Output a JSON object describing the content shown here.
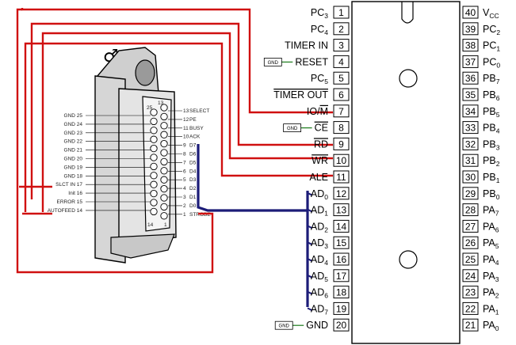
{
  "chip": {
    "left_pins": [
      {
        "num": "1",
        "name": "PC",
        "sub": "3"
      },
      {
        "num": "2",
        "name": "PC",
        "sub": "4"
      },
      {
        "num": "3",
        "name": "TIMER IN",
        "sub": ""
      },
      {
        "num": "4",
        "name": "RESET",
        "sub": "",
        "gnd": true
      },
      {
        "num": "5",
        "name": "PC",
        "sub": "5"
      },
      {
        "num": "6",
        "name": "TIMER OUT",
        "sub": "",
        "overline": true
      },
      {
        "num": "7",
        "name": "IO/M",
        "sub": "",
        "overline_part": "M"
      },
      {
        "num": "8",
        "name": "CE",
        "sub": "",
        "overline": true,
        "gnd": true
      },
      {
        "num": "9",
        "name": "RD",
        "sub": "",
        "overline": true
      },
      {
        "num": "10",
        "name": "WR",
        "sub": "",
        "overline": true
      },
      {
        "num": "11",
        "name": "ALE",
        "sub": ""
      },
      {
        "num": "12",
        "name": "AD",
        "sub": "0"
      },
      {
        "num": "13",
        "name": "AD",
        "sub": "1"
      },
      {
        "num": "14",
        "name": "AD",
        "sub": "2"
      },
      {
        "num": "15",
        "name": "AD",
        "sub": "3"
      },
      {
        "num": "16",
        "name": "AD",
        "sub": "4"
      },
      {
        "num": "17",
        "name": "AD",
        "sub": "5"
      },
      {
        "num": "18",
        "name": "AD",
        "sub": "6"
      },
      {
        "num": "19",
        "name": "AD",
        "sub": "7"
      },
      {
        "num": "20",
        "name": "GND",
        "sub": "",
        "gnd": true
      }
    ],
    "right_pins": [
      {
        "num": "40",
        "name": "V",
        "sub": "CC"
      },
      {
        "num": "39",
        "name": "PC",
        "sub": "2"
      },
      {
        "num": "38",
        "name": "PC",
        "sub": "1"
      },
      {
        "num": "37",
        "name": "PC",
        "sub": "0"
      },
      {
        "num": "36",
        "name": "PB",
        "sub": "7"
      },
      {
        "num": "35",
        "name": "PB",
        "sub": "6"
      },
      {
        "num": "34",
        "name": "PB",
        "sub": "5"
      },
      {
        "num": "33",
        "name": "PB",
        "sub": "4"
      },
      {
        "num": "32",
        "name": "PB",
        "sub": "3"
      },
      {
        "num": "31",
        "name": "PB",
        "sub": "2"
      },
      {
        "num": "30",
        "name": "PB",
        "sub": "1"
      },
      {
        "num": "29",
        "name": "PB",
        "sub": "0"
      },
      {
        "num": "28",
        "name": "PA",
        "sub": "7"
      },
      {
        "num": "27",
        "name": "PA",
        "sub": "6"
      },
      {
        "num": "26",
        "name": "PA",
        "sub": "5"
      },
      {
        "num": "25",
        "name": "PA",
        "sub": "4"
      },
      {
        "num": "24",
        "name": "PA",
        "sub": "3"
      },
      {
        "num": "23",
        "name": "PA",
        "sub": "2"
      },
      {
        "num": "22",
        "name": "PA",
        "sub": "1"
      },
      {
        "num": "21",
        "name": "PA",
        "sub": "0"
      }
    ],
    "gnd_label": "GND"
  },
  "connector": {
    "gender_symbol": "♂",
    "top_pin_numbers": [
      "25",
      "13"
    ],
    "bottom_pin_numbers": [
      "14",
      "1"
    ],
    "left_labels": [
      "GND 25",
      "GND 24",
      "GND 23",
      "GND 22",
      "GND 21",
      "GND 20",
      "GND 19",
      "GND 18",
      "SLCT IN 17",
      "Init 16",
      "ERROR 15",
      "AUTOFEED 14"
    ],
    "right_labels": [
      {
        "num": "13",
        "name": "SELECT"
      },
      {
        "num": "12",
        "name": "PE"
      },
      {
        "num": "11",
        "name": "BUSY"
      },
      {
        "num": "10",
        "name": "ACK"
      },
      {
        "num": "9",
        "name": "D7"
      },
      {
        "num": "8",
        "name": "D6"
      },
      {
        "num": "7",
        "name": "D5"
      },
      {
        "num": "6",
        "name": "D4"
      },
      {
        "num": "5",
        "name": "D3"
      },
      {
        "num": "4",
        "name": "D2"
      },
      {
        "num": "3",
        "name": "D1"
      },
      {
        "num": "2",
        "name": "D0"
      },
      {
        "num": "1",
        "name": "STROBE"
      }
    ]
  },
  "colors": {
    "red_wire": "#d01010",
    "blue_bus": "#1c1c78",
    "ink": "#000000",
    "connector_shade": "#b8b8b8"
  }
}
